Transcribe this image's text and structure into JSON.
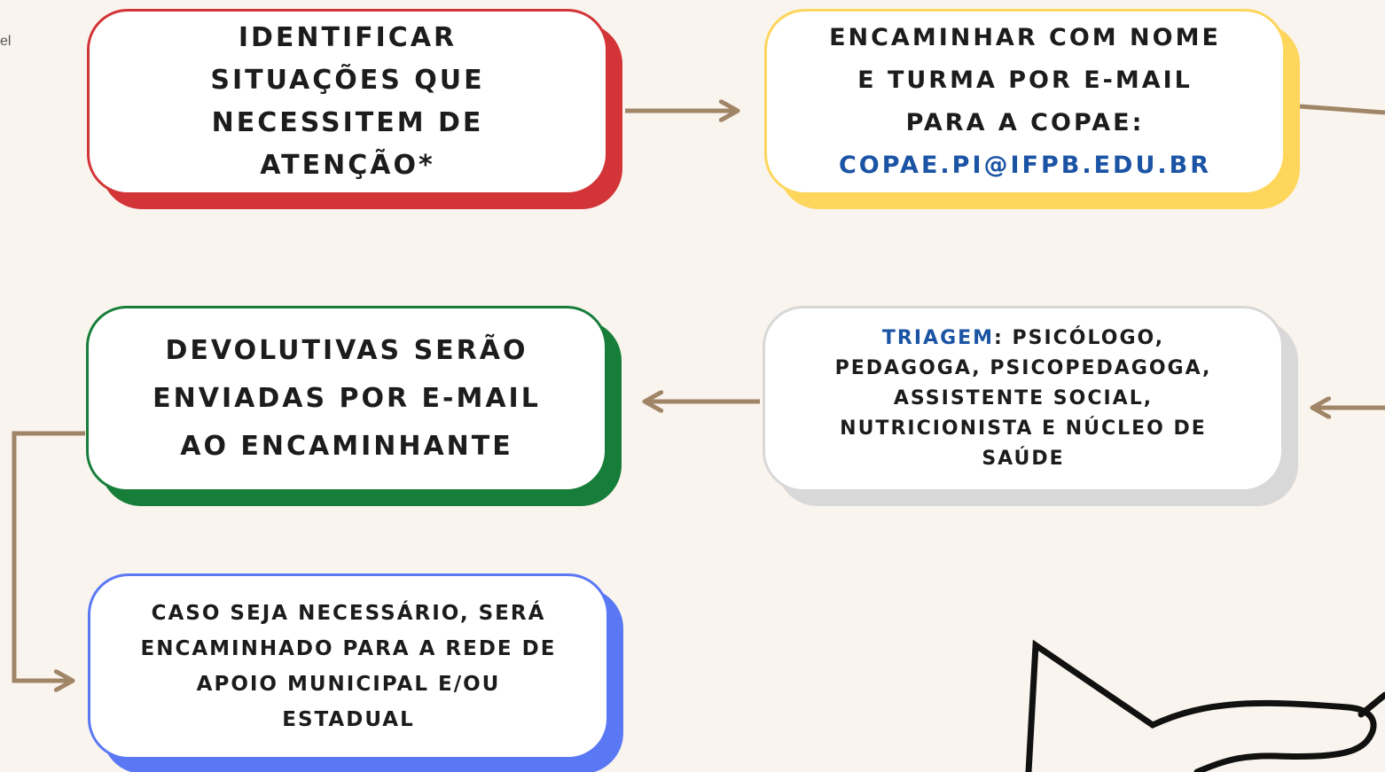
{
  "edge_text": "el",
  "nodes": {
    "identify": {
      "lines": [
        "IDENTIFICAR",
        "SITUAÇÕES QUE",
        "NECESSITEM DE",
        "ATENÇÃO*"
      ],
      "color": "#d23437"
    },
    "forward": {
      "lines": [
        "ENCAMINHAR COM NOME",
        "E TURMA POR E-MAIL",
        "PARA A COPAE:"
      ],
      "email": "COPAE.PI@IFPB.EDU.BR",
      "color": "#fdd65b",
      "email_color": "#1b54a4"
    },
    "triage": {
      "label_highlight": "TRIAGEM",
      "line1_rest": ": PSICÓLOGO,",
      "lines": [
        "PEDAGOGA, PSICOPEDAGOGA,",
        "ASSISTENTE SOCIAL,",
        "NUTRICIONISTA E NÚCLEO DE",
        "SAÚDE"
      ],
      "color": "#d8d8d8",
      "highlight_color": "#1b54a4"
    },
    "feedback": {
      "lines": [
        "DEVOLUTIVAS SERÃO",
        "ENVIADAS POR E-MAIL",
        "AO ENCAMINHANTE"
      ],
      "color": "#177e3a"
    },
    "network": {
      "lines": [
        "CASO SEJA NECESSÁRIO, SERÁ",
        "ENCAMINHADO PARA A REDE DE",
        "APOIO MUNICIPAL E/OU",
        "ESTADUAL"
      ],
      "color": "#5a78f4"
    }
  },
  "connector_color": "#a08567"
}
